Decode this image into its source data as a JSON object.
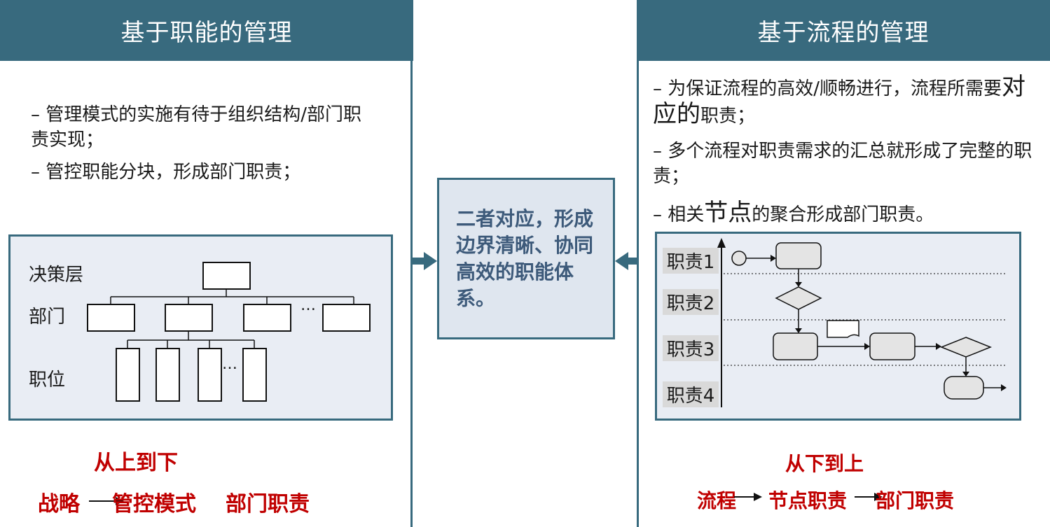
{
  "left": {
    "title": "基于职能的管理",
    "bullets": [
      "– 管理模式的实施有待于组织结构/部门职责实现；",
      "– 管控职能分块，形成部门职责；"
    ],
    "diagram_labels": [
      "决策层",
      "部门",
      "职位"
    ],
    "ellipsis": "…",
    "direction": "从上到下",
    "flow": [
      "战略",
      "管控模式",
      "部门职责"
    ]
  },
  "center": {
    "text": "二者对应，形成边界清晰、协同高效的职能体系。"
  },
  "right": {
    "title": "基于流程的管理",
    "bullet1_a": "– 为保证流程的高效/顺畅进行，流程所需要",
    "bullet1_big": "对应的",
    "bullet1_b": "职责；",
    "bullet2": "– 多个流程对职责需求的汇总就形成了完整的职责；",
    "bullet3_a": "– 相关",
    "bullet3_big": "节点",
    "bullet3_b": "的聚合形成部门职责。",
    "lanes": [
      "职责1",
      "职责2",
      "职责3",
      "职责4"
    ],
    "direction": "从下到上",
    "flow": [
      "流程",
      "节点职责",
      "部门职责"
    ]
  },
  "colors": {
    "header": "#386a7e",
    "accent_red": "#c00000",
    "center_text": "#3d5a7a",
    "panel_bg": "#e9edf4"
  }
}
